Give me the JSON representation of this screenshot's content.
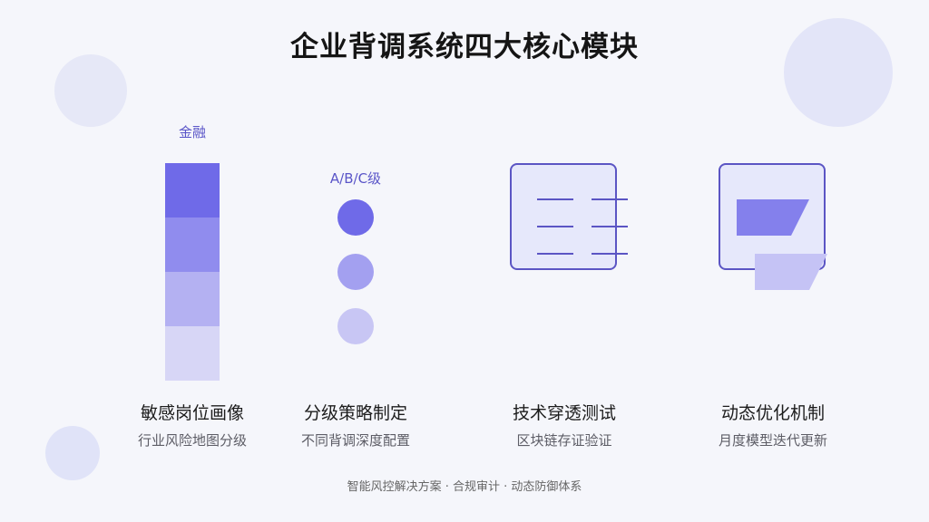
{
  "title": "企业背调系统四大核心模块",
  "modules": [
    {
      "title": "敏感岗位画像",
      "subtitle": "行业风险地图分级",
      "label": "金融"
    },
    {
      "title": "分级策略制定",
      "subtitle": "不同背调深度配置",
      "label": "A/B/C级"
    },
    {
      "title": "技术穿透测试",
      "subtitle": "区块链存证验证"
    },
    {
      "title": "动态优化机制",
      "subtitle": "月度模型迭代更新"
    }
  ],
  "footer": "智能风控解决方案 · 合规审计 · 动态防御体系",
  "colors": {
    "accent": "#5b55c4",
    "level1": "#6f6ae8",
    "level2": "#908cee",
    "level3": "#b4b1f2",
    "level4": "#d7d6f6"
  }
}
